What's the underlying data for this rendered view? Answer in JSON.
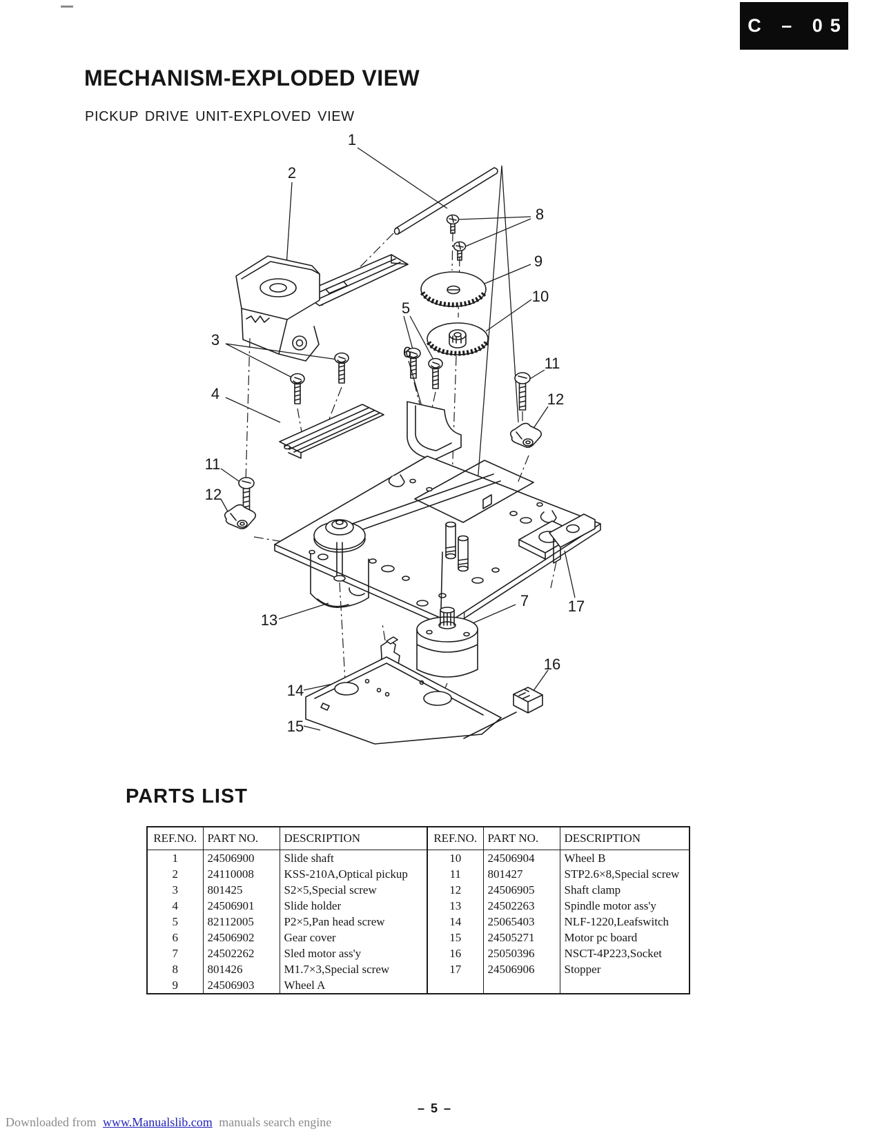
{
  "page": {
    "code": "C – 05",
    "title": "MECHANISM-EXPLODED VIEW",
    "subtitle": "PICKUP DRIVE UNIT-EXPLOVED VIEW",
    "page_number": "– 5 –"
  },
  "diagram": {
    "callouts": [
      {
        "label": "1"
      },
      {
        "label": "2"
      },
      {
        "label": "3"
      },
      {
        "label": "4"
      },
      {
        "label": "5"
      },
      {
        "label": "6"
      },
      {
        "label": "7"
      },
      {
        "label": "8"
      },
      {
        "label": "9"
      },
      {
        "label": "10"
      },
      {
        "label": "11"
      },
      {
        "label": "12"
      },
      {
        "label": "11"
      },
      {
        "label": "12"
      },
      {
        "label": "13"
      },
      {
        "label": "14"
      },
      {
        "label": "15"
      },
      {
        "label": "16"
      },
      {
        "label": "17"
      }
    ]
  },
  "parts_list": {
    "heading": "PARTS LIST",
    "columns": [
      "REF.NO.",
      "PART NO.",
      "DESCRIPTION"
    ],
    "left_rows": [
      [
        "1",
        "24506900",
        "Slide shaft"
      ],
      [
        "2",
        "24110008",
        "KSS-210A,Optical pickup"
      ],
      [
        "3",
        "801425",
        "S2×5,Special screw"
      ],
      [
        "4",
        "24506901",
        "Slide holder"
      ],
      [
        "5",
        "82112005",
        "P2×5,Pan head screw"
      ],
      [
        "6",
        "24506902",
        "Gear cover"
      ],
      [
        "7",
        "24502262",
        "Sled motor ass'y"
      ],
      [
        "8",
        "801426",
        "M1.7×3,Special screw"
      ],
      [
        "9",
        "24506903",
        "Wheel A"
      ]
    ],
    "right_rows": [
      [
        "10",
        "24506904",
        "Wheel B"
      ],
      [
        "11",
        "801427",
        "STP2.6×8,Special screw"
      ],
      [
        "12",
        "24506905",
        "Shaft clamp"
      ],
      [
        "13",
        "24502263",
        "Spindle motor ass'y"
      ],
      [
        "14",
        "25065403",
        "NLF-1220,Leafswitch"
      ],
      [
        "15",
        "24505271",
        "Motor pc board"
      ],
      [
        "16",
        "25050396",
        "NSCT-4P223,Socket"
      ],
      [
        "17",
        "24506906",
        "Stopper"
      ]
    ]
  },
  "footer": {
    "prefix": "Downloaded from",
    "link": "www.Manualslib.com",
    "suffix": "manuals search engine"
  }
}
